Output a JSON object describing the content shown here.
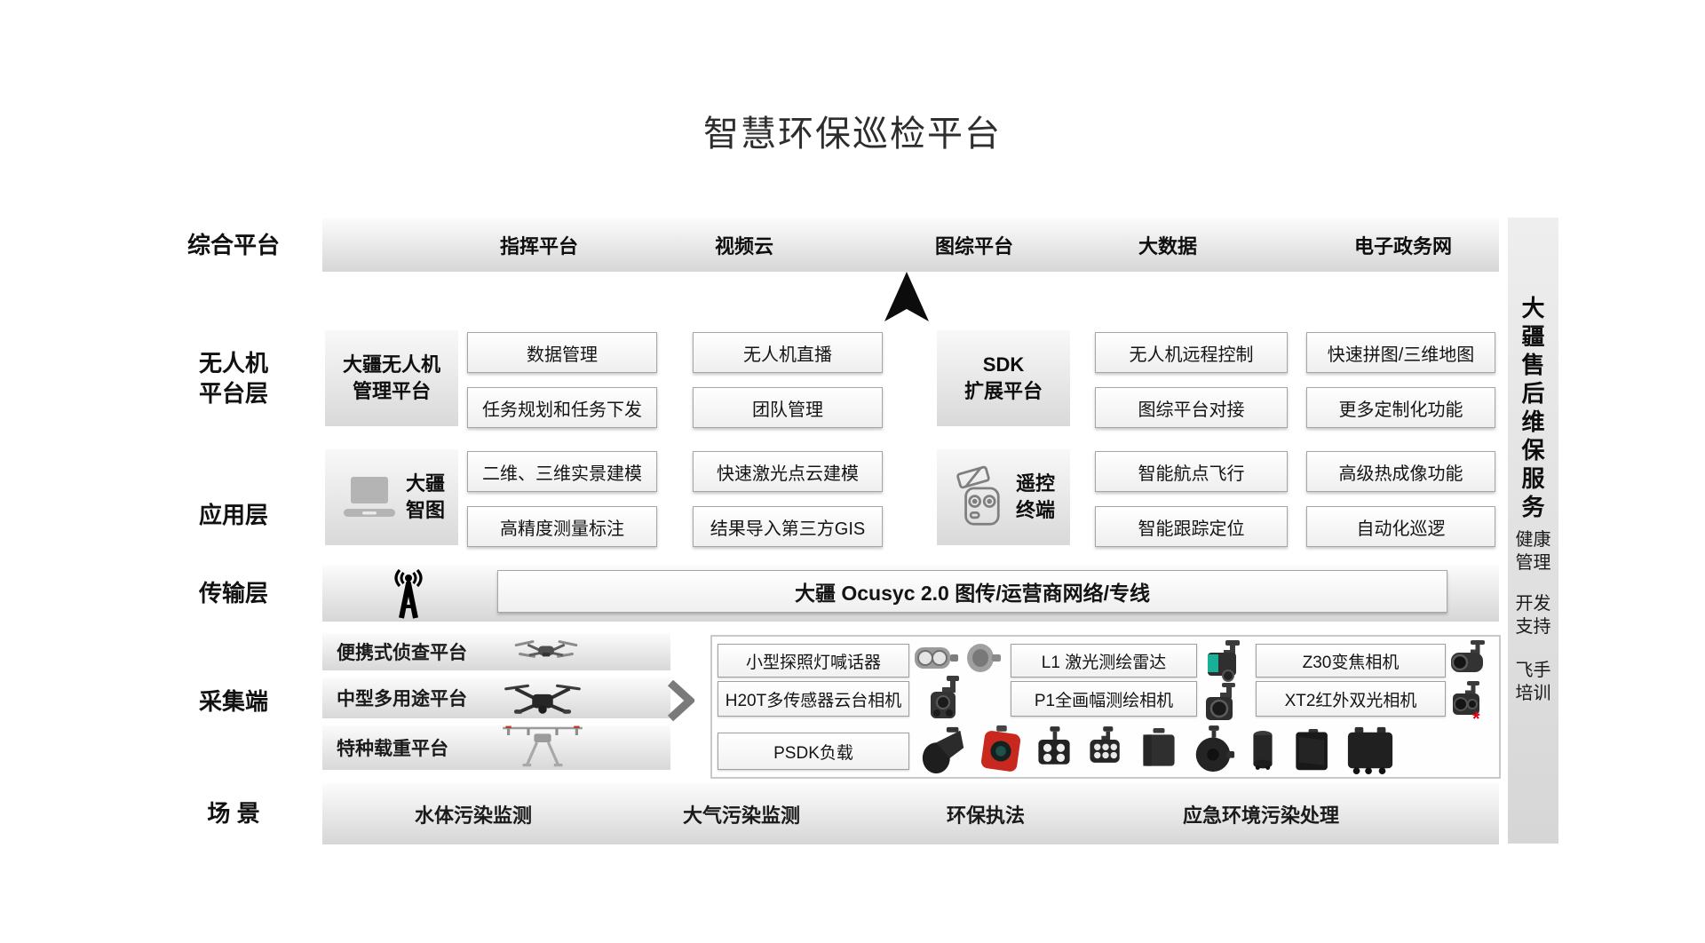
{
  "title": "智慧环保巡检平台",
  "colors": {
    "accent_red": "#e60012",
    "text": "#1a1a1a",
    "band_top": "#fcfcfc",
    "band_bottom": "#d6d6d6"
  },
  "integrated": {
    "label": "综合平台",
    "items": [
      "指挥平台",
      "视频云",
      "图综平台",
      "大数据",
      "电子政务网"
    ]
  },
  "uav": {
    "label_lines": [
      "无人机",
      "平台层"
    ],
    "manage_platform_lines": [
      "大疆无人机",
      "管理平台"
    ],
    "manage_features": [
      "数据管理",
      "任务规划和任务下发",
      "无人机直播",
      "团队管理"
    ],
    "sdk_platform_lines": [
      "SDK",
      "扩展平台"
    ],
    "sdk_features": [
      "无人机远程控制",
      "图综平台对接",
      "快速拼图/三维地图",
      "更多定制化功能"
    ]
  },
  "application": {
    "label": "应用层",
    "terra_lines": [
      "大疆",
      "智图"
    ],
    "terra_features": [
      "二维、三维实景建模",
      "高精度测量标注",
      "快速激光点云建模",
      "结果导入第三方GIS"
    ],
    "rc_lines": [
      "遥控",
      "终端"
    ],
    "rc_features": [
      "智能航点飞行",
      "智能跟踪定位",
      "高级热成像功能",
      "自动化巡逻"
    ]
  },
  "transmission": {
    "label": "传输层",
    "link_text": "大疆 Ocusyc 2.0 图传/运营商网络/专线"
  },
  "collection": {
    "label": "采集端",
    "platforms": [
      "便携式侦查平台",
      "中型多用途平台",
      "特种载重平台"
    ],
    "payloads": {
      "row1": [
        "小型探照灯喊话器",
        "L1 激光测绘雷达",
        "Z30变焦相机"
      ],
      "row2": [
        "H20T多传感器云台相机",
        "P1全画幅测绘相机",
        "XT2红外双光相机"
      ],
      "row3": [
        "PSDK负载"
      ],
      "footnote_marker": "*"
    }
  },
  "scenarios": {
    "label": "场 景",
    "items": [
      "水体污染监测",
      "大气污染监测",
      "环保执法",
      "应急环境污染处理"
    ]
  },
  "sidebar": {
    "title": "大疆售后维保服务",
    "services": [
      "健康管理",
      "开发支持",
      "飞手培训"
    ]
  },
  "icons": {
    "up-arrow-icon": "black navigation arrow",
    "antenna-icon": "broadcast tower",
    "laptop-icon": "gray laptop",
    "rc-controller-icon": "remote controller outline",
    "chevron-right-icon": "gray right chevron"
  }
}
